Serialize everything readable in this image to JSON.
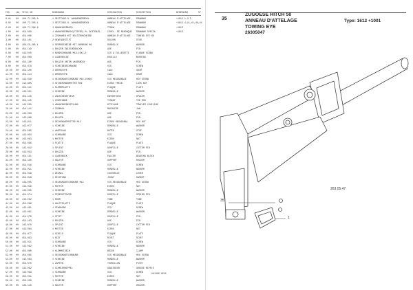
{
  "parts_list": {
    "header": {
      "pos": "POS",
      "lwl": "LWL",
      "part": "TEILE NR",
      "name_de": "BENENNUNG",
      "desc_fr": "DESIGNATION",
      "desc_en": "DESCRIPTION",
      "remark": "BEMERKUNG",
      "qty": "ST"
    },
    "rows": [
      [
        "0.01",
        "00",
        "100.77.505.0",
        "1 SEITZUGG.H. ANHAENGERBOCK",
        "ANNEAU D'ATTELAGE",
        "DRAWBAR",
        "+1612 1-2-3",
        ""
      ],
      [
        "0.02",
        "00",
        "100.77.505.1",
        "1 SEITZUGG.H. ANHAENGERBOCK",
        "ANNEAU D'ATTELAGE",
        "DRAWBAR",
        "+1612 4,11,41,48,44",
        ""
      ],
      [
        "0.03",
        "00",
        "100.77.506.0",
        "1 ANHAENGERBOCK",
        "TIMON",
        "DRAWBAR",
        "+1613",
        ""
      ],
      [
        "1.00",
        "00",
        "454.099",
        "1 ANHAENGERBOCK(TIEFER) M. SEITENZG.",
        "COUPL. DE REMORQUE",
        "DRAWBAR SPECIA",
        "+1613",
        ""
      ],
      [
        "2.00",
        "00",
        "454.000",
        "1 ZUGHAKEN MIT BOLTZENSCHEIBE",
        "ANNEAU D'ATTELAGE",
        "TOWING EYE HD",
        "",
        ""
      ],
      [
        "3.00",
        "00",
        "454.101",
        "2 GEWINDESTIFT",
        "GOUJON",
        "STUD",
        "",
        ""
      ],
      [
        "4.00",
        "00",
        "109.55.265.1",
        "1 SPERRSCHEIBE MIT BOHRUNG M6",
        "RONDELLE",
        "WASHER",
        "",
        ""
      ],
      [
        "5.00",
        "00",
        "454.149",
        "1 BOLZEN ZWISCHENBLOCK",
        "AXE",
        "PIN",
        "",
        ""
      ],
      [
        "6.00",
        "00",
        "143.010",
        "1 BUNDSCHRAUBE M16-10X1,5",
        "VIS A COLLERETTE",
        "FLANGE SCREW",
        "",
        ""
      ],
      [
        "7.00",
        "00",
        "454.008",
        "1 LAGERHULSE",
        "DOUILLE",
        "BUSHING",
        "",
        ""
      ],
      [
        "8.00",
        "00",
        "454.180",
        "1 BOLZEN UNTEN LAGERBOCK",
        "AXE",
        "PIN",
        "",
        ""
      ],
      [
        "9.00",
        "00",
        "454.079",
        "1 SCHEIBENSCHRAUBE",
        "VIS",
        "SCREW",
        "",
        ""
      ],
      [
        "10.00",
        "00",
        "454.100",
        "1 DREHSTUFE",
        "CALE",
        "SHIM",
        "",
        ""
      ],
      [
        "11.00",
        "00",
        "454.114",
        "1 DREHSTUFE",
        "CALE",
        "SHIM",
        "",
        ""
      ],
      [
        "12.00",
        "00",
        "143.038",
        "1 SECHSKANTSCHRAUBE M16-10X60",
        "VIS HEXAGONALE",
        "HEX SCREW",
        "",
        ""
      ],
      [
        "13.00",
        "00",
        "113.905",
        "1 SICHERUNGSMUTTER M16",
        "ECROU FREIN",
        "LOCK NUT",
        "",
        ""
      ],
      [
        "14.00",
        "00",
        "454.121",
        "1 KLEMMPLATTE",
        "PLAQUE",
        "PLATE",
        "",
        ""
      ],
      [
        "15.00",
        "00",
        "143.001",
        "1 SCHEIBE",
        "RONDELLE",
        "WASHER",
        "",
        ""
      ],
      [
        "16.00",
        "00",
        "454.116",
        "1 ZWISCHENSTUECK",
        "ENTRETOISE",
        "SPACER",
        "",
        ""
      ],
      [
        "17.00",
        "00",
        "454.145",
        "1 ZUGSTANGE",
        "TIRANT",
        "TIE ROD",
        "",
        ""
      ],
      [
        "18.00",
        "00",
        "143.000",
        "1 ANHAENGERKUPPLUNG",
        "ATTELAGE",
        "TRAILER COUPLING",
        "",
        ""
      ],
      [
        "19.00",
        "00",
        "454.141",
        "1 ZUGMAUL",
        "MACHOIRE",
        "JAW",
        "",
        ""
      ],
      [
        "20.00",
        "00",
        "143.063",
        "1 BOLZEN",
        "AXE",
        "PIN",
        "",
        ""
      ],
      [
        "21.00",
        "00",
        "143.066",
        "1 BOLZEN",
        "AXE",
        "PIN",
        "",
        ""
      ],
      [
        "22.00",
        "00",
        "143.011",
        "1 SECHSKANTMUTTER M12",
        "ECROU HEXAGONAL",
        "HEX NUT",
        "",
        ""
      ],
      [
        "23.00",
        "00",
        "143.077",
        "1 SCHEIBE",
        "RONDELLE",
        "WASHER",
        "",
        ""
      ],
      [
        "24.00",
        "00",
        "454.065",
        "1 ANSCHLAG",
        "BUTEE",
        "STOP",
        "",
        ""
      ],
      [
        "25.00",
        "00",
        "143.094",
        "1 SCHRAUBE",
        "VIS",
        "SCREW",
        "",
        ""
      ],
      [
        "26.00",
        "00",
        "143.003",
        "1 MUTTER",
        "ECROU",
        "NUT",
        "",
        ""
      ],
      [
        "27.00",
        "00",
        "454.096",
        "1 PLATTE",
        "PLAQUE",
        "PLATE",
        "",
        ""
      ],
      [
        "28.00",
        "00",
        "143.042",
        "1 SPLINT",
        "GOUPILLE",
        "COTTER PIN",
        "",
        ""
      ],
      [
        "29.00",
        "00",
        "143.053",
        "1 BOLZEN",
        "AXE",
        "PIN",
        "",
        ""
      ],
      [
        "30.00",
        "00",
        "454.151",
        "1 LAGERBOCK",
        "PALIER",
        "BEARING BLOCK",
        "",
        ""
      ],
      [
        "31.00",
        "00",
        "454.150",
        "1 HALTER",
        "SUPPORT",
        "HOLDER",
        "",
        ""
      ],
      [
        "32.00",
        "00",
        "454.016",
        "1 SCHRAUBE",
        "VIS",
        "SCREW",
        "",
        ""
      ],
      [
        "33.00",
        "00",
        "454.021",
        "1 SCHEIBE",
        "RONDELLE",
        "WASHER",
        "",
        ""
      ],
      [
        "34.00",
        "00",
        "454.049",
        "1 DECKEL",
        "COUVERCLE",
        "COVER",
        "",
        ""
      ],
      [
        "35.00",
        "00",
        "454.048",
        "1 DICHTUNG",
        "JOINT",
        "GASKET",
        "",
        ""
      ],
      [
        "36.00",
        "00",
        "143.005",
        "1 SECHSKANTSCHRAUBE M12",
        "VIS HEXAGONALE",
        "HEX SCREW",
        "",
        ""
      ],
      [
        "37.00",
        "00",
        "143.029",
        "1 MUTTER",
        "ECROU",
        "NUT",
        "",
        ""
      ],
      [
        "38.00",
        "00",
        "143.000",
        "1 SCHEIBE",
        "RONDELLE",
        "WASHER",
        "",
        ""
      ],
      [
        "39.00",
        "00",
        "454.074",
        "1 FEDERSTECKER",
        "GOUPILLE",
        "SPRING PIN",
        "",
        ""
      ],
      [
        "40.00",
        "00",
        "143.002",
        "1 ROHR",
        "TUBE",
        "TUBE",
        "",
        ""
      ],
      [
        "41.00",
        "00",
        "454.088",
        "1 HALTEPLATTE",
        "PLAQUE",
        "PLATE",
        "",
        ""
      ],
      [
        "42.00",
        "00",
        "143.061",
        "1 SCHRAUBE",
        "VIS",
        "SCREW",
        "",
        ""
      ],
      [
        "43.00",
        "00",
        "143.081",
        "1 SCHEIBE",
        "RONDELLE",
        "WASHER",
        "",
        ""
      ],
      [
        "44.00",
        "00",
        "454.078",
        "1 STIFT",
        "GOUPILLE",
        "PIN",
        "",
        ""
      ],
      [
        "45.00",
        "00",
        "454.103",
        "1 BOLZEN",
        "AXE",
        "PIN",
        "",
        ""
      ],
      [
        "46.00",
        "00",
        "143.076",
        "1 SPLINT",
        "GOUPILLE",
        "COTTER PIN",
        "",
        ""
      ],
      [
        "47.00",
        "00",
        "143.064",
        "1 MUTTER",
        "ECROU",
        "NUT",
        "",
        ""
      ],
      [
        "48.00",
        "00",
        "454.077",
        "1 SCHILD",
        "PLAQUE",
        "PLATE",
        "",
        ""
      ],
      [
        "49.00",
        "00",
        "454.063",
        "1 NIET",
        "RIVET",
        "RIVET",
        "",
        ""
      ],
      [
        "50.00",
        "00",
        "143.021",
        "1 SCHRAUBE",
        "VIS",
        "SCREW",
        "",
        ""
      ],
      [
        "51.00",
        "00",
        "143.092",
        "1 SCHEIBE",
        "RONDELLE",
        "WASHER",
        "",
        ""
      ],
      [
        "52.00",
        "00",
        "454.060",
        "1 KLEMMSTUECK",
        "BRIDE",
        "CLAMP",
        "",
        ""
      ],
      [
        "53.00",
        "00",
        "454.095",
        "1 SECHSKANTSCHRAUBE",
        "VIS HEXAGONALE",
        "HEX SCREW",
        "",
        ""
      ],
      [
        "54.00",
        "00",
        "143.083",
        "1 SCHEIBE",
        "RONDELLE",
        "WASHER",
        "",
        ""
      ],
      [
        "55.00",
        "00",
        "454.070",
        "1 ZAPFEN",
        "TOURILLON",
        "PIVOT",
        "",
        ""
      ],
      [
        "56.00",
        "00",
        "143.082",
        "1 SCHMIERNIPPEL",
        "GRAISSEUR",
        "GREASE NIPPLE",
        "",
        ""
      ],
      [
        "57.00",
        "00",
        "143.099",
        "1 SCHRAUBE",
        "VIS",
        "SCREW",
        "",
        ""
      ],
      [
        "58.00",
        "00",
        "454.031",
        "1 MUTTER",
        "ECROU",
        "NUT",
        "",
        ""
      ],
      [
        "59.00",
        "00",
        "454.059",
        "1 SCHEIBE",
        "RONDELLE",
        "WASHER",
        "",
        ""
      ],
      [
        "60.00",
        "00",
        "143.110",
        "1 HALTER",
        "SUPPORT",
        "HOLDER",
        "",
        ""
      ]
    ],
    "footer": "961386 8035"
  },
  "right_page": {
    "page_number": "35",
    "title_de": "ZUGOESE HITCH 50",
    "title_fr": "ANNEAU D'ATTELAGE",
    "title_en": "TOWING EYE",
    "part_number": "26305047",
    "type_label": "Type: 1612  +1001",
    "figure_code": "263.05.47",
    "callout_1": "35",
    "callout_2": "1"
  }
}
